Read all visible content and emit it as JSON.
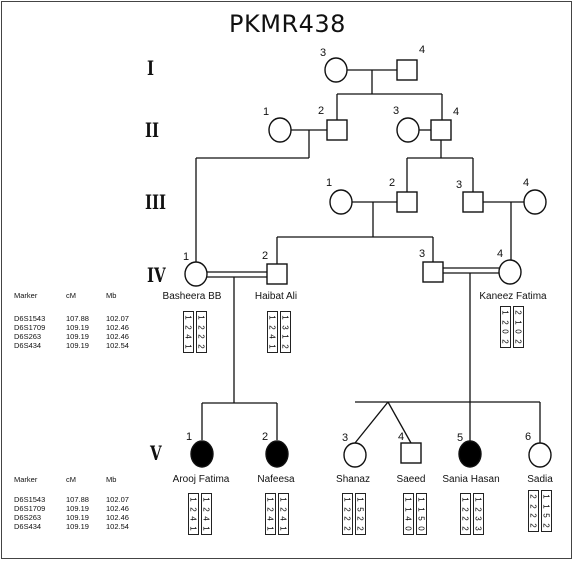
{
  "title": "PKMR438",
  "generations": [
    "I",
    "II",
    "III",
    "IV",
    "V"
  ],
  "individual_numbers": {
    "I": [
      "3",
      "4"
    ],
    "II": [
      "1",
      "2",
      "3",
      "4"
    ],
    "III": [
      "1",
      "2",
      "3",
      "4"
    ],
    "IV": [
      "1",
      "2",
      "3",
      "4"
    ],
    "V": [
      "1",
      "2",
      "3",
      "4",
      "5",
      "6"
    ]
  },
  "names": {
    "basheera": "Basheera BB",
    "haibat": "Haibat Ali",
    "kaneez": "Kaneez Fatima",
    "arooj": "Arooj Fatima",
    "nafeesa": "Nafeesa",
    "shanaz": "Shanaz",
    "saeed": "Saeed",
    "sania": "Sania Hasan",
    "sadia": "Sadia"
  },
  "marker_header": {
    "marker": "Marker",
    "cm": "cM",
    "mb": "Mb"
  },
  "markers": [
    {
      "name": "D6S1543",
      "cm": "107.88",
      "mb": "102.07"
    },
    {
      "name": "D6S1709",
      "cm": "109.19",
      "mb": "102.46"
    },
    {
      "name": "D6S263",
      "cm": "109.19",
      "mb": "102.46"
    },
    {
      "name": "D6S434",
      "cm": "109.19",
      "mb": "102.54"
    }
  ],
  "haplotypes": {
    "basheera": [
      [
        "1",
        "2",
        "4",
        "1"
      ],
      [
        "1",
        "2",
        "2",
        "2"
      ]
    ],
    "haibat": [
      [
        "1",
        "2",
        "4",
        "1"
      ],
      [
        "1",
        "3",
        "1",
        "2"
      ]
    ],
    "kaneez": [
      [
        "1",
        "2",
        "0",
        "2"
      ],
      [
        "2",
        "1",
        "0",
        "2"
      ]
    ],
    "arooj": [
      [
        "1",
        "2",
        "4",
        "1"
      ],
      [
        "1",
        "2",
        "4",
        "1"
      ]
    ],
    "nafeesa": [
      [
        "1",
        "2",
        "4",
        "1"
      ],
      [
        "1",
        "2",
        "4",
        "1"
      ]
    ],
    "shanaz": [
      [
        "1",
        "2",
        "2",
        "2"
      ],
      [
        "1",
        "5",
        "2",
        "2"
      ]
    ],
    "saeed": [
      [
        "1",
        "1",
        "4",
        "0"
      ],
      [
        "1",
        "1",
        "5",
        "0"
      ]
    ],
    "sania": [
      [
        "1",
        "2",
        "2",
        "2"
      ],
      [
        "1",
        "2",
        "3",
        "3"
      ]
    ],
    "sadia": [
      [
        "2",
        "2",
        "2",
        "2"
      ],
      [
        "1",
        "1",
        "5",
        "2"
      ]
    ]
  },
  "colors": {
    "affected": "#000000",
    "unaffected": "#ffffff",
    "line": "#111111"
  }
}
